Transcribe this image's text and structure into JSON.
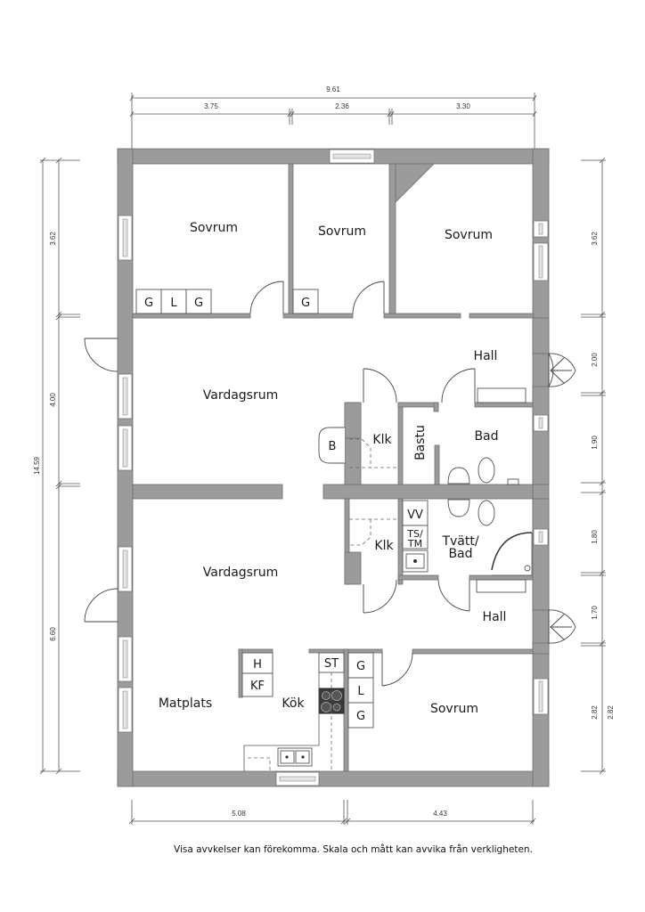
{
  "plan": {
    "rooms": {
      "sovrum_1": "Sovrum",
      "sovrum_2": "Sovrum",
      "sovrum_3": "Sovrum",
      "sovrum_4": "Sovrum",
      "vardagsrum_1": "Vardagsrum",
      "vardagsrum_2": "Vardagsrum",
      "hall_1": "Hall",
      "hall_2": "Hall",
      "klk_1": "Klk",
      "klk_2": "Klk",
      "bastu": "Bastu",
      "bad": "Bad",
      "tvatt_bad_line1": "Tvätt/",
      "tvatt_bad_line2": "Bad",
      "matplats": "Matplats",
      "kok": "Kök"
    },
    "fixtures": {
      "sovrum1_storage": [
        "G",
        "L",
        "G"
      ],
      "sovrum2_storage": [
        "G"
      ],
      "sovrum4_storage": [
        "G",
        "L",
        "G"
      ],
      "kitchen_h": "H",
      "kitchen_kf": "KF",
      "kitchen_st": "ST",
      "vv": "VV",
      "ts_line1": "TS/",
      "ts_line2": "TM",
      "b": "B"
    },
    "dimensions": {
      "top_total": "9.61",
      "top_segments": [
        "3.75",
        "2.36",
        "3.30"
      ],
      "bottom_segments": [
        "5.08",
        "4.43"
      ],
      "left_total": "14.59",
      "left_segments": [
        "3.62",
        "4.00",
        "6.60"
      ],
      "right_segments": [
        "3.62",
        "2.00",
        "1.90",
        "1.80",
        "1.70",
        "2.82"
      ],
      "right_extra": "2.82"
    },
    "colors": {
      "wall": "#9b9b9b",
      "background": "#ffffff",
      "text": "#1a1a1a"
    }
  },
  "disclaimer": "Visa avvkelser kan förekomma. Skala och mått kan avvika från verkligheten."
}
